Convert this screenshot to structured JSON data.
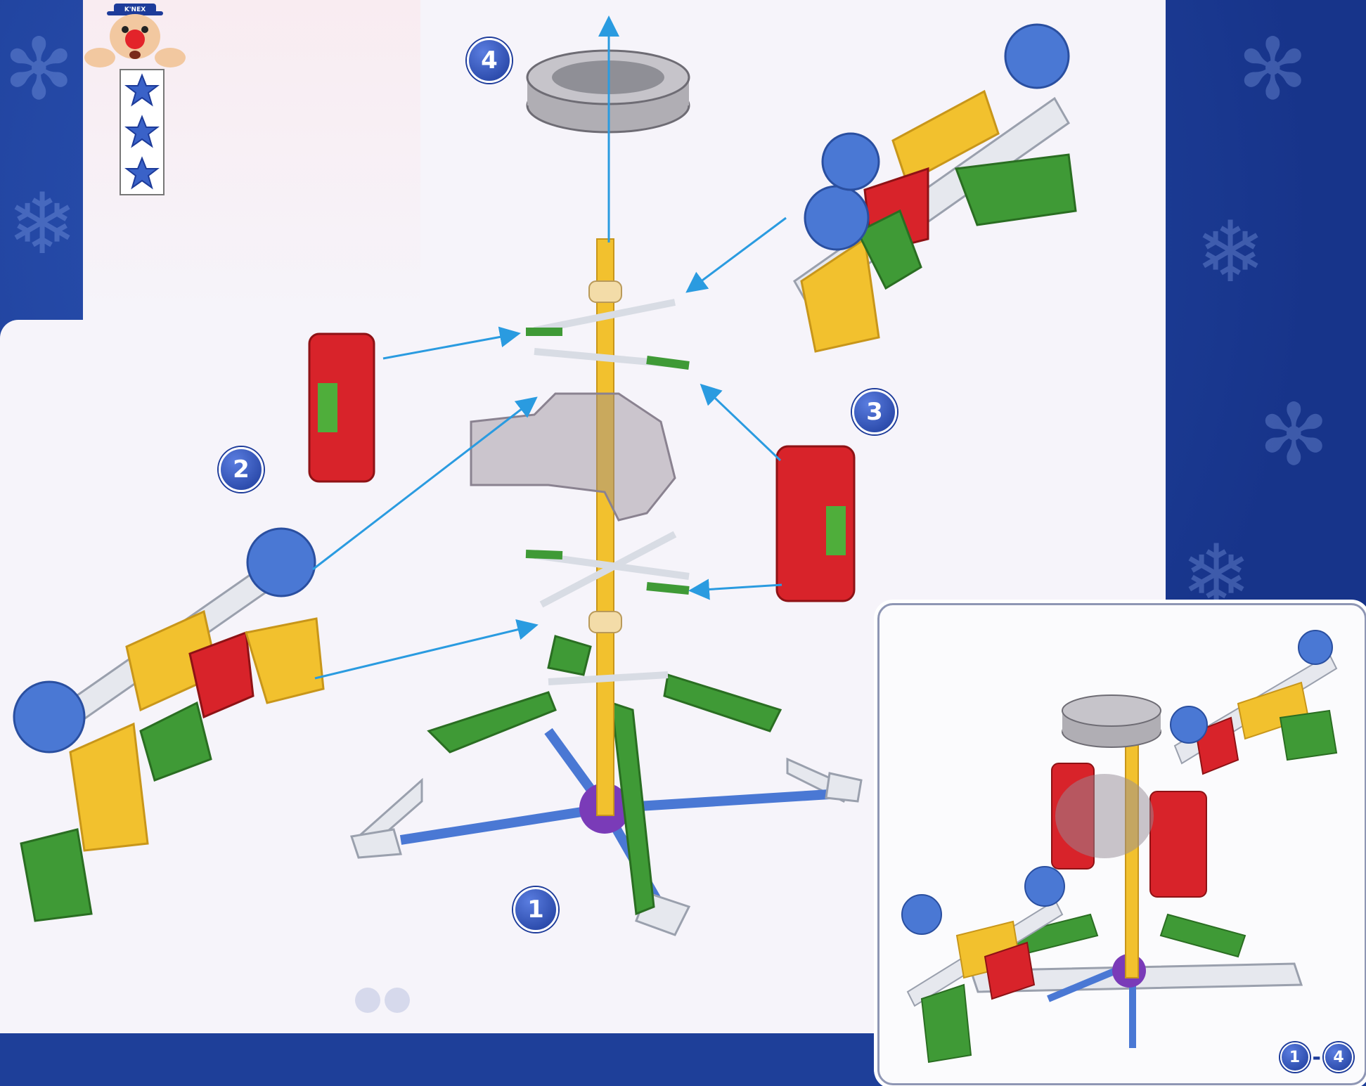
{
  "steps": {
    "step1": "1",
    "step2": "2",
    "step3": "3",
    "step4": "4"
  },
  "inset": {
    "range_start": "1",
    "range_separator": "-",
    "range_end": "4"
  },
  "rating": {
    "stars": 3,
    "mascot_cap_text": "K'NEX"
  },
  "colors": {
    "page_blue": "#1e3f99",
    "arrow_blue": "#2a9be0",
    "rod_yellow": "#f2c12e",
    "piece_red": "#d8232a",
    "piece_green": "#3f9a36",
    "piece_blue": "#4a78d4",
    "piece_purple": "#7a3bb8",
    "piece_white": "#e8ebf0",
    "piece_gray": "#8f8f96"
  }
}
